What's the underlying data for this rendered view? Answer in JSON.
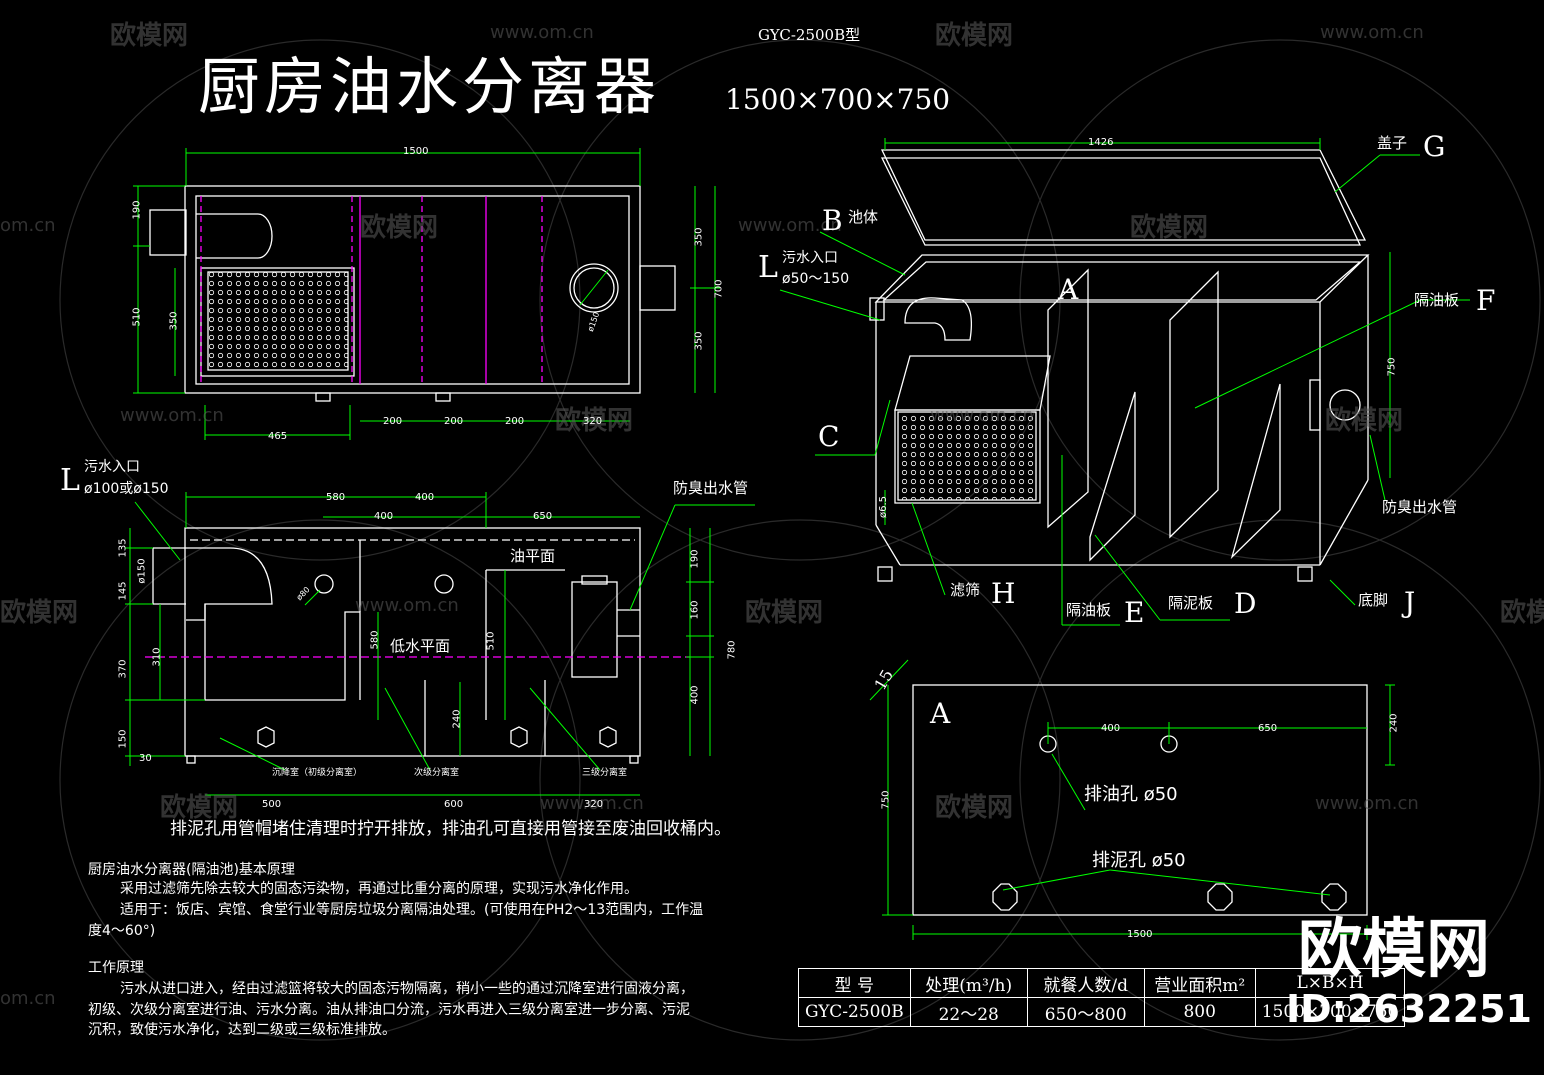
{
  "header": {
    "model_tag": "GYC-2500B型",
    "title": "厨房油水分离器",
    "size": "1500×700×750"
  },
  "top_view": {
    "dims": {
      "length": "1500",
      "w190": "190",
      "w510": "510",
      "w350": "350",
      "h350a": "350",
      "h350b": "350",
      "h700": "700",
      "d465": "465",
      "d200a": "200",
      "d200b": "200",
      "d200c": "200",
      "d320": "320",
      "dia150": "ø150"
    }
  },
  "section_view": {
    "inlet_label": "L",
    "inlet_title": "污水入口",
    "inlet_size": "ø100或ø150",
    "odor_pipe": "防臭出水管",
    "oil_level": "油平面",
    "low_water": "低水平面",
    "dims": {
      "d580": "580",
      "d400a": "400",
      "d400b": "400",
      "d650": "650",
      "h135": "135",
      "h145": "145",
      "h370": "370",
      "h150": "150",
      "h30": "30",
      "h310": "310",
      "h580": "580",
      "h510": "510",
      "h240": "240",
      "h190": "190",
      "h160": "160",
      "h780": "780",
      "h400": "400",
      "d500": "500",
      "d600": "600",
      "d320": "320",
      "dia150": "ø150",
      "dia80": "ø80"
    },
    "chambers": [
      "沉降室（初级分离室）",
      "次级分离室",
      "三级分离室"
    ]
  },
  "iso_view": {
    "labels": [
      {
        "letter": "G",
        "text": "盖子"
      },
      {
        "letter": "B",
        "text": "池体"
      },
      {
        "letter": "L",
        "text": "污水入口"
      },
      {
        "letter": "",
        "text": "ø50～150"
      },
      {
        "letter": "A",
        "text": ""
      },
      {
        "letter": "F",
        "text": "隔油板"
      },
      {
        "letter": "C",
        "text": ""
      },
      {
        "letter": "",
        "text": "防臭出水管"
      },
      {
        "letter": "H",
        "text": "滤筛"
      },
      {
        "letter": "E",
        "text": "隔油板"
      },
      {
        "letter": "D",
        "text": "隔泥板"
      },
      {
        "letter": "J",
        "text": "底脚"
      }
    ],
    "dims": {
      "d1426": "1426",
      "h750": "750",
      "d665": "ø6.5"
    }
  },
  "plate_view": {
    "letter": "A",
    "angle": "15",
    "oil_hole": "排油孔 ø50",
    "mud_hole": "排泥孔 ø50",
    "dims": {
      "d400": "400",
      "d650": "650",
      "h240": "240",
      "h750": "750",
      "d1500": "1500"
    }
  },
  "notes": {
    "caption": "排泥孔用管帽堵住清理时拧开排放，排油孔可直接用管接至废油回收桶内。",
    "principle_title": "厨房油水分离器(隔油池)基本原理",
    "principle_1": "采用过滤筛先除去较大的固态污染物，再通过比重分离的原理，实现污水净化作用。",
    "principle_2": "适用于：饭店、宾馆、食堂行业等厨房垃圾分离隔油处理。(可使用在PH2～13范围内，工作温",
    "principle_3": "度4～60°)",
    "work_title": "工作原理",
    "work_1": "污水从进口进入，经由过滤篮将较大的固态污物隔离，稍小一些的通过沉降室进行固液分离，",
    "work_2": "初级、次级分离室进行油、污水分离。油从排油口分流，污水再进入三级分离室进一步分离、污泥",
    "work_3": "沉积，致使污水净化，达到二级或三级标准排放。"
  },
  "spec_table": {
    "headers": [
      "型 号",
      "处理(m³/h)",
      "就餐人数/d",
      "营业面积m²",
      "L×B×H"
    ],
    "row": [
      "GYC-2500B",
      "22～28",
      "650～800",
      "800",
      "1500×700×750"
    ]
  },
  "watermark": {
    "brand": "欧模网",
    "domain": "www.om.cn",
    "domain_short": "om.cn",
    "big": "欧模网",
    "id": "ID:2632251"
  },
  "colors": {
    "line": "#ffffff",
    "dim": "#00ff00",
    "magenta": "#ff00ff",
    "background": "#000000"
  }
}
